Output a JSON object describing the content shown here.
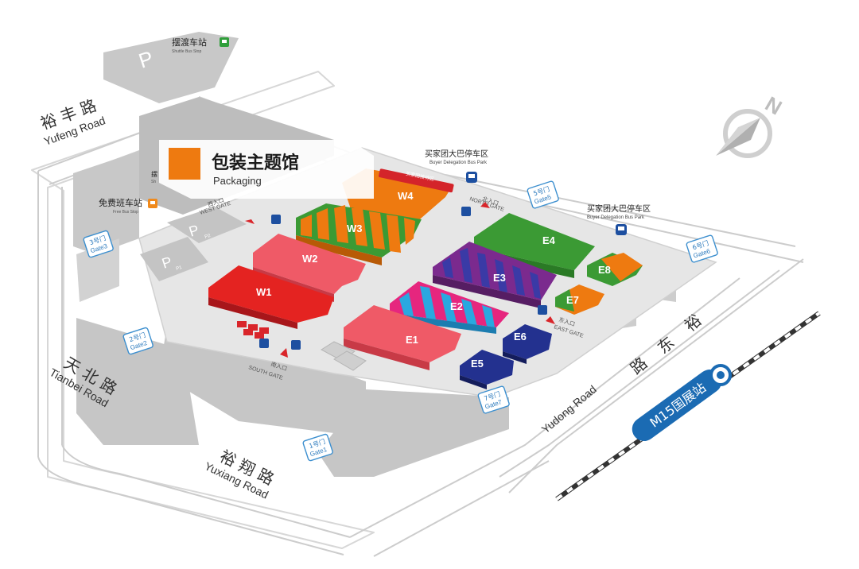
{
  "legend": {
    "title_cn": "包装主题馆",
    "title_en": "Packaging",
    "color": "#ee7a10"
  },
  "parking": [
    {
      "id": "p-top",
      "label": "P"
    },
    {
      "id": "p2",
      "label": "P",
      "sub": "P2"
    },
    {
      "id": "p1",
      "label": "P",
      "sub": "P1"
    }
  ],
  "stops": {
    "shuttle_cn": "摆渡车站",
    "shuttle_en": "Shuttle Bus Stop",
    "shuttle_cn_2": "摆",
    "shuttle_en_2": "Sh",
    "free_bus_cn": "免费班车站",
    "free_bus_en": "Free Bus Stop",
    "buyer_park_cn": "买家团大巴停车区",
    "buyer_park_en": "Buyer Delegation Bus Park",
    "w4_banner": "买家团接待区"
  },
  "entrances": {
    "west_cn": "西入口",
    "west_en": "WEST GATE",
    "north_cn": "北入口",
    "north_en": "NORTH GATE",
    "east_cn": "东入口",
    "east_en": "EAST GATE",
    "south_cn": "南入口",
    "south_en": "SOUTH GATE"
  },
  "gates": [
    {
      "cn": "1号门",
      "en": "Gate1"
    },
    {
      "cn": "2号门",
      "en": "Gate2"
    },
    {
      "cn": "3号门",
      "en": "Gate3"
    },
    {
      "cn": "5号门",
      "en": "Gate5"
    },
    {
      "cn": "6号门",
      "en": "Gate6"
    },
    {
      "cn": "7号门",
      "en": "Gate7"
    }
  ],
  "halls": {
    "W1": {
      "label": "W1",
      "color": "#e42321"
    },
    "W2": {
      "label": "W2",
      "color": "#ef5a67"
    },
    "W3": {
      "label": "W3",
      "color": "#ee7a10"
    },
    "W4": {
      "label": "W4",
      "color": "#ee7a10"
    },
    "E1": {
      "label": "E1",
      "color": "#ef5a67"
    },
    "E2": {
      "label": "E2",
      "color": "#29a8e0"
    },
    "E3": {
      "label": "E3",
      "color": "#7b2a8e"
    },
    "E4": {
      "label": "E4",
      "color": "#3b9a34"
    },
    "E5": {
      "label": "E5",
      "color": "#23318f"
    },
    "E6": {
      "label": "E6",
      "color": "#23318f"
    },
    "E7": {
      "label": "E7",
      "color": "#ee7a10"
    },
    "E8": {
      "label": "E8",
      "color": "#ee7a10"
    }
  },
  "roads": {
    "yufeng_cn": "裕 丰 路",
    "yufeng_en": "Yufeng Road",
    "tianbei_cn": "天 北 路",
    "tianbei_en": "Tianbei Road",
    "yuxiang_cn": "裕 翔 路",
    "yuxiang_en": "Yuxiang Road",
    "yudong_cn_1": "裕",
    "yudong_cn_2": "东",
    "yudong_cn_3": "路",
    "yudong_en": "Yudong Road"
  },
  "metro": {
    "station": "M15国展站",
    "color": "#1b6bb3"
  },
  "compass": {
    "label": "N"
  }
}
